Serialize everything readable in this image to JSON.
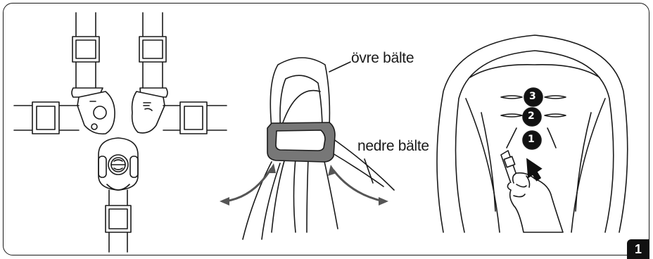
{
  "labels": {
    "upper_belt": "övre bälte",
    "lower_belt": "nedre bälte"
  },
  "steps": [
    "3",
    "2",
    "1"
  ],
  "page_number": "1",
  "colors": {
    "line": "#1a1a1a",
    "pad": "#777777",
    "arrow": "#555555"
  }
}
